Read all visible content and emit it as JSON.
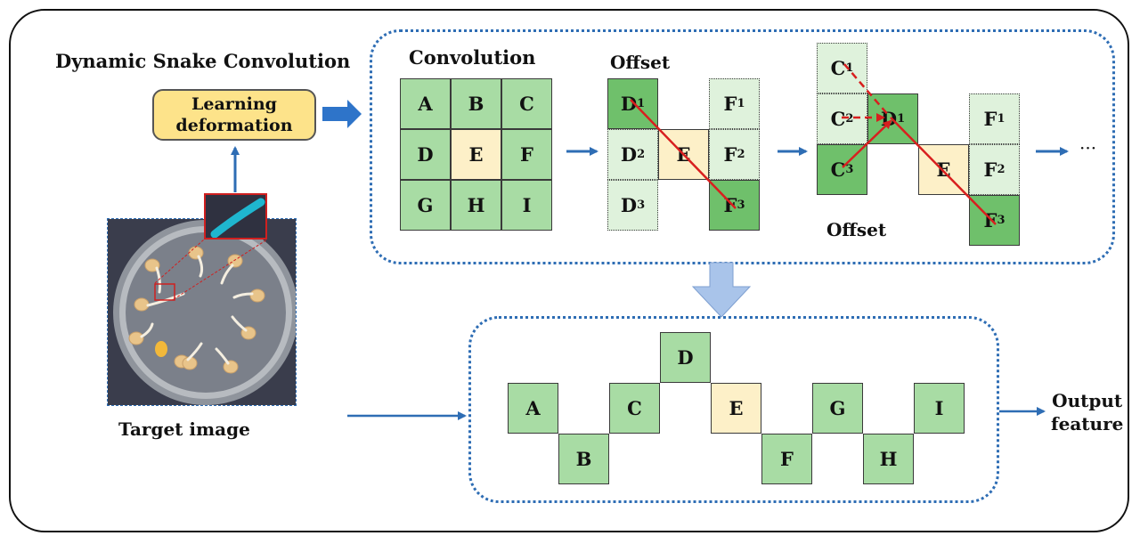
{
  "title": "Dynamic Snake Convolution",
  "learning_box": {
    "line1": "Learning",
    "line2": "deformation"
  },
  "target_label": "Target image",
  "conv_label": "Convolution",
  "offset_label_1": "Offset",
  "offset_label_2": "Offset",
  "ellipsis": "···",
  "output_label": {
    "line1": "Output",
    "line2": "feature"
  },
  "grid": {
    "r0": [
      "A",
      "B",
      "C"
    ],
    "r1": [
      "D",
      "E",
      "F"
    ],
    "r2": [
      "G",
      "H",
      "I"
    ]
  },
  "offset1": {
    "d1": {
      "base": "D",
      "sub": "1"
    },
    "d2": {
      "base": "D",
      "sub": "2"
    },
    "d3": {
      "base": "D",
      "sub": "3"
    },
    "e": "E",
    "f1": {
      "base": "F",
      "sub": "1"
    },
    "f2": {
      "base": "F",
      "sub": "2"
    },
    "f3": {
      "base": "F",
      "sub": "3"
    }
  },
  "offset2": {
    "c1": {
      "base": "C",
      "sub": "1"
    },
    "c2": {
      "base": "C",
      "sub": "2"
    },
    "c3": {
      "base": "C",
      "sub": "3"
    },
    "d1": {
      "base": "D",
      "sub": "1"
    },
    "e": "E",
    "f1": {
      "base": "F",
      "sub": "1"
    },
    "f2": {
      "base": "F",
      "sub": "2"
    },
    "f3": {
      "base": "F",
      "sub": "3"
    }
  },
  "output_cells": [
    "A",
    "B",
    "C",
    "D",
    "E",
    "F",
    "G",
    "H",
    "I"
  ],
  "colors": {
    "cell_green": "#a8dca4",
    "cell_dark_green": "#6fc06b",
    "cell_light_green": "#dff2dc",
    "cell_center": "#fdf0c8",
    "arrow_blue": "#2e6db4",
    "offset_red": "#d81f1f",
    "learning_box": "#fde38a",
    "down_arrow": "#a9c4ea"
  }
}
